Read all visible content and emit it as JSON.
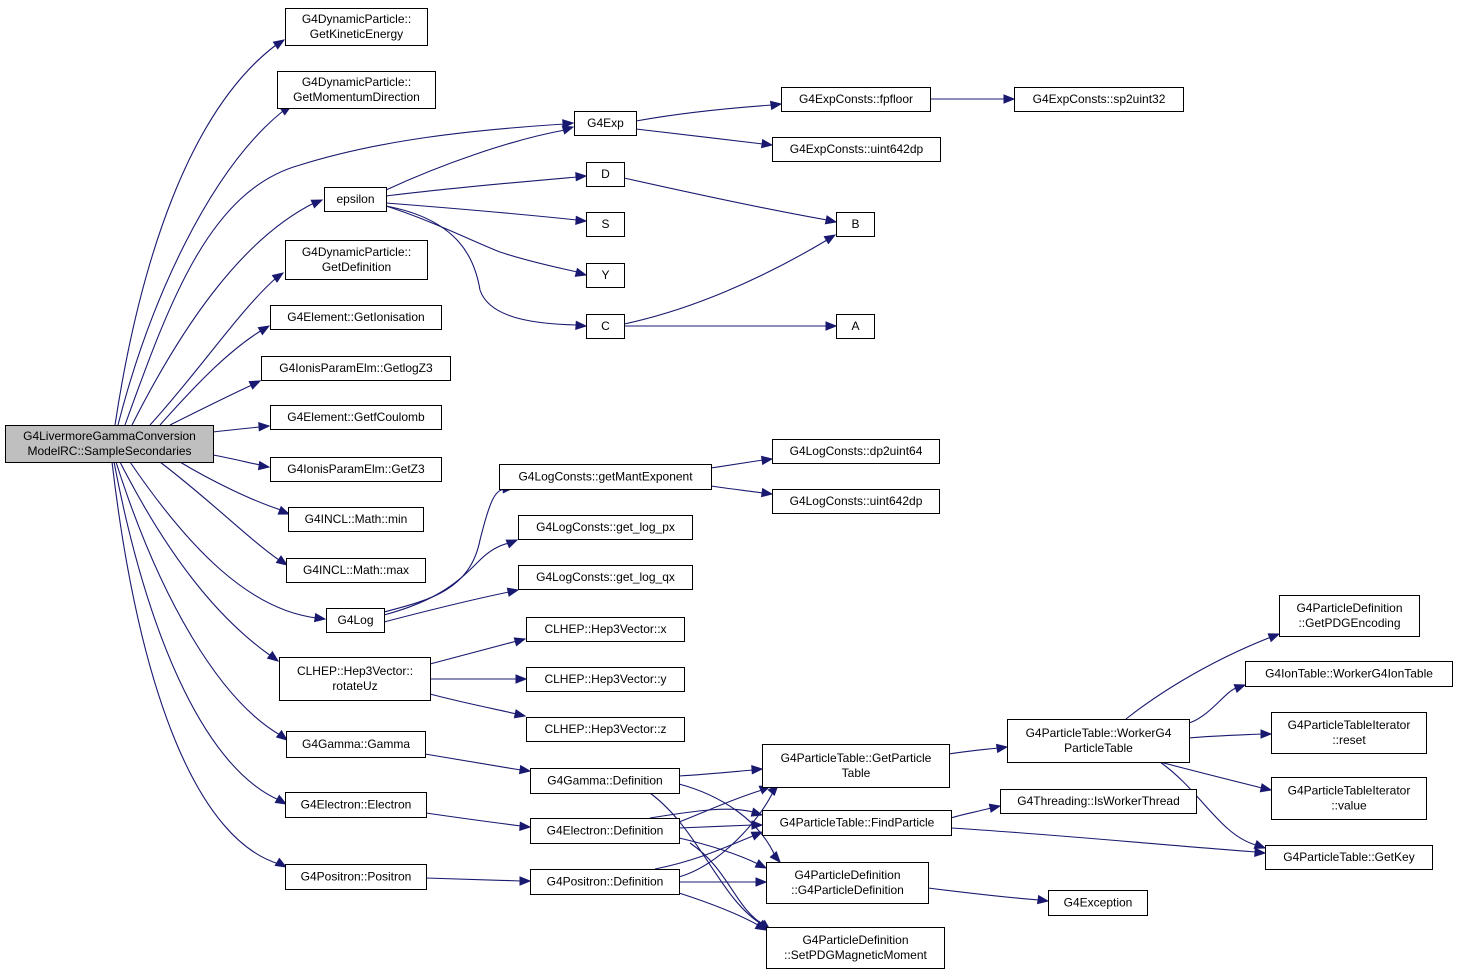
{
  "colors": {
    "edge": "#191970",
    "root_fill": "#bfbfbf",
    "node_fill": "#ffffff",
    "node_border": "#000000"
  },
  "nodes": {
    "root": [
      "G4LivermoreGammaConversion",
      "ModelRC::SampleSecondaries"
    ],
    "getKineticEnergy": [
      "G4DynamicParticle::",
      "GetKineticEnergy"
    ],
    "getMomentumDirection": [
      "G4DynamicParticle::",
      "GetMomentumDirection"
    ],
    "g4exp": [
      "G4Exp"
    ],
    "fpfloor": [
      "G4ExpConsts::fpfloor"
    ],
    "sp2uint32": [
      "G4ExpConsts::sp2uint32"
    ],
    "expUint642dp": [
      "G4ExpConsts::uint642dp"
    ],
    "epsilon": [
      "epsilon"
    ],
    "D": [
      "D"
    ],
    "B": [
      "B"
    ],
    "S": [
      "S"
    ],
    "Y": [
      "Y"
    ],
    "C": [
      "C"
    ],
    "A": [
      "A"
    ],
    "getDefinition": [
      "G4DynamicParticle::",
      "GetDefinition"
    ],
    "getIonisation": [
      "G4Element::GetIonisation"
    ],
    "getlogZ3": [
      "G4IonisParamElm::GetlogZ3"
    ],
    "getfCoulomb": [
      "G4Element::GetfCoulomb"
    ],
    "getZ3": [
      "G4IonisParamElm::GetZ3"
    ],
    "mathMin": [
      "G4INCL::Math::min"
    ],
    "mathMax": [
      "G4INCL::Math::max"
    ],
    "g4log": [
      "G4Log"
    ],
    "getMantExponent": [
      "G4LogConsts::getMantExponent"
    ],
    "dp2uint64": [
      "G4LogConsts::dp2uint64"
    ],
    "logUint642dp": [
      "G4LogConsts::uint642dp"
    ],
    "getLogPx": [
      "G4LogConsts::get_log_px"
    ],
    "getLogQx": [
      "G4LogConsts::get_log_qx"
    ],
    "rotateUz": [
      "CLHEP::Hep3Vector::",
      "rotateUz"
    ],
    "hepX": [
      "CLHEP::Hep3Vector::x"
    ],
    "hepY": [
      "CLHEP::Hep3Vector::y"
    ],
    "hepZ": [
      "CLHEP::Hep3Vector::z"
    ],
    "gammaGamma": [
      "G4Gamma::Gamma"
    ],
    "gammaDef": [
      "G4Gamma::Definition"
    ],
    "electronElectron": [
      "G4Electron::Electron"
    ],
    "electronDef": [
      "G4Electron::Definition"
    ],
    "positronPositron": [
      "G4Positron::Positron"
    ],
    "positronDef": [
      "G4Positron::Definition"
    ],
    "getParticleTable": [
      "G4ParticleTable::GetParticle",
      "Table"
    ],
    "findParticle": [
      "G4ParticleTable::FindParticle"
    ],
    "pdCtor": [
      "G4ParticleDefinition",
      "::G4ParticleDefinition"
    ],
    "setPDGMagneticMoment": [
      "G4ParticleDefinition",
      "::SetPDGMagneticMoment"
    ],
    "workerPT": [
      "G4ParticleTable::WorkerG4",
      "ParticleTable"
    ],
    "isWorkerThread": [
      "G4Threading::IsWorkerThread"
    ],
    "g4exception": [
      "G4Exception"
    ],
    "getPDGEncoding": [
      "G4ParticleDefinition",
      "::GetPDGEncoding"
    ],
    "workerIonTable": [
      "G4IonTable::WorkerG4IonTable"
    ],
    "ptiReset": [
      "G4ParticleTableIterator",
      "::reset"
    ],
    "ptiValue": [
      "G4ParticleTableIterator",
      "::value"
    ],
    "getKey": [
      "G4ParticleTable::GetKey"
    ]
  }
}
